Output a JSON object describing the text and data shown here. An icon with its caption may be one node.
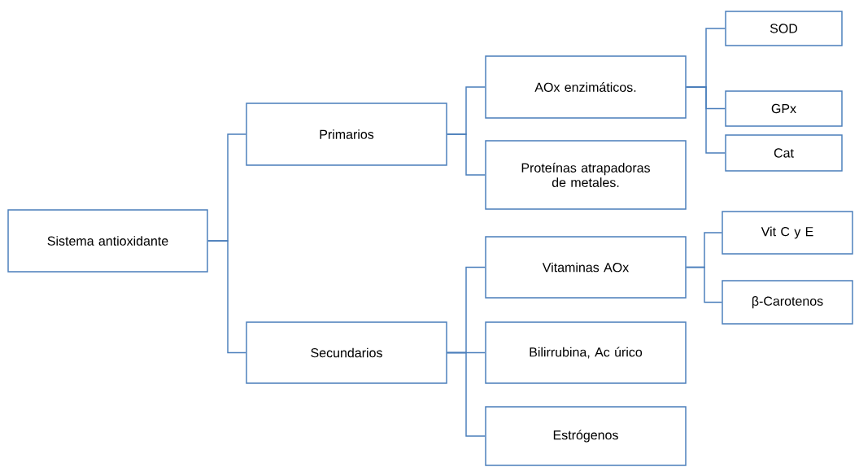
{
  "diagram": {
    "nodes": [
      {
        "text": [
          "Sistema antioxidante"
        ]
      },
      {
        "text": [
          "Primarios"
        ]
      },
      {
        "text": [
          "AOx enzimáticos."
        ]
      },
      {
        "text": [
          "SOD"
        ]
      },
      {
        "text": [
          "GPx"
        ]
      },
      {
        "text": [
          "Cat"
        ]
      },
      {
        "text": [
          "Proteínas atrapadoras de metales."
        ]
      },
      {
        "text": [
          "Secundarios"
        ]
      },
      {
        "text": [
          "Vitaminas AOx"
        ]
      },
      {
        "text": [
          "Vit C y E"
        ]
      },
      {
        "text": [
          "β-Carotenos"
        ]
      },
      {
        "text": [
          "Bilirrubina, Ac úrico"
        ]
      },
      {
        "text": [
          "Estrógenos"
        ]
      }
    ],
    "edges": [
      {
        "from": 0,
        "to": 1,
        "arrow": "none"
      },
      {
        "from": 0,
        "to": 7,
        "arrow": "none"
      },
      {
        "from": 1,
        "to": 2,
        "arrow": "none"
      },
      {
        "from": 1,
        "to": 6,
        "arrow": "none"
      },
      {
        "from": 2,
        "to": 3,
        "arrow": "none"
      },
      {
        "from": 2,
        "to": 4,
        "arrow": "none"
      },
      {
        "from": 2,
        "to": 5,
        "arrow": "none"
      },
      {
        "from": 7,
        "to": 8,
        "arrow": "none"
      },
      {
        "from": 7,
        "to": 11,
        "arrow": "none"
      },
      {
        "from": 7,
        "to": 12,
        "arrow": "none"
      },
      {
        "from": 8,
        "to": 9,
        "arrow": "none"
      },
      {
        "from": 8,
        "to": 10,
        "arrow": "none"
      }
    ]
  }
}
